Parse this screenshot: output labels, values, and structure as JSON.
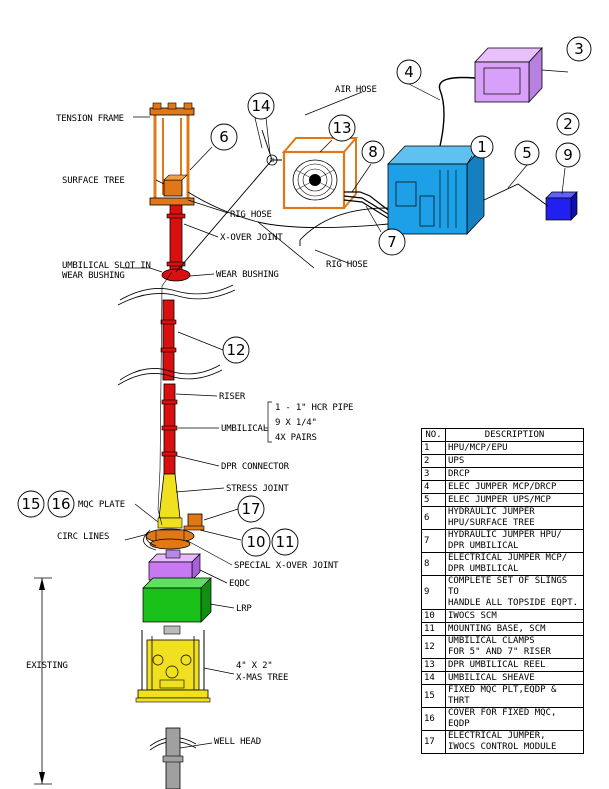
{
  "labels": {
    "tension_frame": "TENSION FRAME",
    "surface_tree": "SURFACE TREE",
    "rig_hose_1": "RIG HOSE",
    "xover_joint": "X-OVER JOINT",
    "umbilical_slot_1": "UMBILICAL SLOT IN",
    "umbilical_slot_2": "WEAR BUSHING",
    "wear_bushing": "WEAR BUSHING",
    "air_hose": "AIR HOSE",
    "rig_hose_2": "RIG HOSE",
    "riser": "RISER",
    "umbilical": "UMBILICAL",
    "umb_spec_1": "1 - 1\" HCR PIPE",
    "umb_spec_2": "9 X 1/4\"",
    "umb_spec_3": "4X PAIRS",
    "dpr_connector": "DPR CONNECTOR",
    "stress_joint": "STRESS JOINT",
    "mqc_plate": "MQC PLATE",
    "circ_lines": "CIRC LINES",
    "special_xover": "SPECIAL X-OVER JOINT",
    "eqdc": "EQDC",
    "lrp": "LRP",
    "existing": "EXISTING",
    "xmas_1": "4\" X 2\"",
    "xmas_2": "X-MAS TREE",
    "well_head": "WELL HEAD"
  },
  "bubbles": {
    "b1": "1",
    "b2": "2",
    "b3": "3",
    "b4": "4",
    "b5": "5",
    "b6": "6",
    "b7": "7",
    "b8": "8",
    "b9": "9",
    "b10": "10",
    "b11": "11",
    "b12": "12",
    "b13": "13",
    "b14": "14",
    "b15": "15",
    "b16": "16",
    "b17": "17"
  },
  "legend": {
    "header_no": "NO.",
    "header_desc": "DESCRIPTION",
    "rows": [
      {
        "no": "1",
        "desc": [
          "HPU/MCP/EPU"
        ]
      },
      {
        "no": "2",
        "desc": [
          "UPS"
        ]
      },
      {
        "no": "3",
        "desc": [
          "DRCP"
        ]
      },
      {
        "no": "4",
        "desc": [
          "ELEC JUMPER MCP/DRCP"
        ]
      },
      {
        "no": "5",
        "desc": [
          "ELEC JUMPER UPS/MCP"
        ]
      },
      {
        "no": "6",
        "desc": [
          "HYDRAULIC JUMPER",
          "HPU/SURFACE TREE"
        ]
      },
      {
        "no": "7",
        "desc": [
          "HYDRAULIC JUMPER HPU/",
          "DPR UMBILICAL"
        ]
      },
      {
        "no": "8",
        "desc": [
          "ELECTRICAL JUMPER MCP/",
          "DPR UMBILICAL"
        ]
      },
      {
        "no": "9",
        "desc": [
          "COMPLETE SET OF SLINGS TO",
          "HANDLE ALL TOPSIDE EQPT."
        ]
      },
      {
        "no": "10",
        "desc": [
          "IWOCS SCM"
        ]
      },
      {
        "no": "11",
        "desc": [
          "MOUNTING BASE, SCM"
        ]
      },
      {
        "no": "12",
        "desc": [
          "UMBILICAL CLAMPS",
          "FOR 5\" AND 7\" RISER"
        ]
      },
      {
        "no": "13",
        "desc": [
          "DPR UMBILICAL REEL"
        ]
      },
      {
        "no": "14",
        "desc": [
          "UMBILICAL SHEAVE"
        ]
      },
      {
        "no": "15",
        "desc": [
          "FIXED MQC PLT,EQDP & THRT"
        ]
      },
      {
        "no": "16",
        "desc": [
          "COVER FOR FIXED MQC, EQDP"
        ]
      },
      {
        "no": "17",
        "desc": [
          "ELECTRICAL JUMPER,",
          "IWOCS CONTROL MODULE"
        ]
      }
    ]
  },
  "colors": {
    "riser": "#d81010",
    "frame": "#e07818",
    "hpu": "#1ea0e8",
    "drcp": "#d8a0f8",
    "ups": "#2020f0",
    "eqdc": "#c878f0",
    "lrp": "#18c018",
    "xmas": "#f0e020",
    "wellhead": "#a0a0a0"
  }
}
